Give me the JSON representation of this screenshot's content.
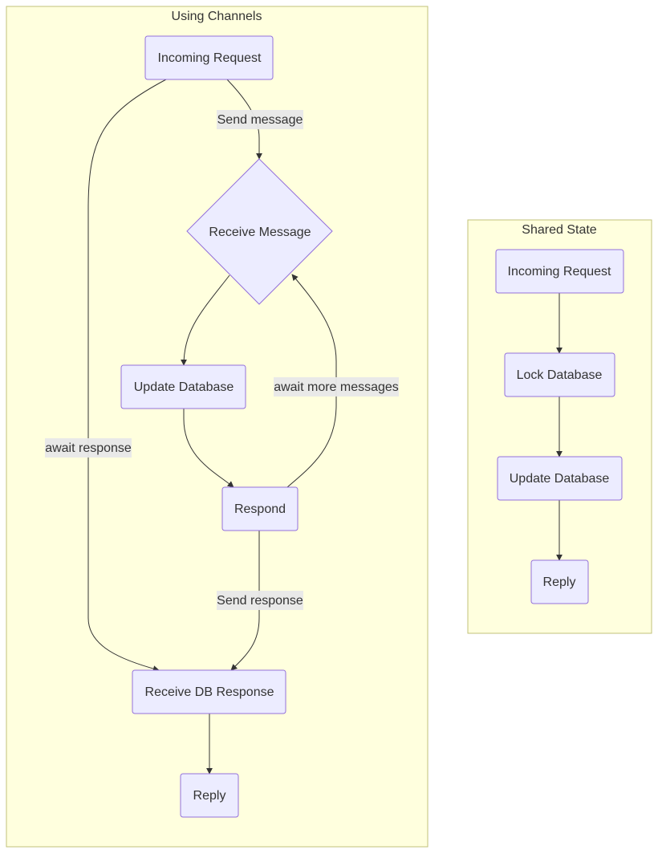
{
  "clusters": {
    "channels": {
      "title": "Using Channels"
    },
    "shared": {
      "title": "Shared State"
    }
  },
  "nodes": {
    "incoming_request_1": "Incoming Request",
    "receive_message": "Receive Message",
    "update_database_1": "Update Database",
    "respond": "Respond",
    "receive_db_response": "Receive DB Response",
    "reply_1": "Reply",
    "incoming_request_2": "Incoming Request",
    "lock_database": "Lock Database",
    "update_database_2": "Update Database",
    "reply_2": "Reply"
  },
  "edges": {
    "send_message": "Send message",
    "await_response": "await response",
    "await_more_messages": "await more messages",
    "send_response": "Send response"
  },
  "colors": {
    "cluster_fill": "#ffffde",
    "cluster_stroke": "#c2c27a",
    "node_fill": "#ececff",
    "node_stroke": "#9370db",
    "edge_stroke": "#333333"
  }
}
